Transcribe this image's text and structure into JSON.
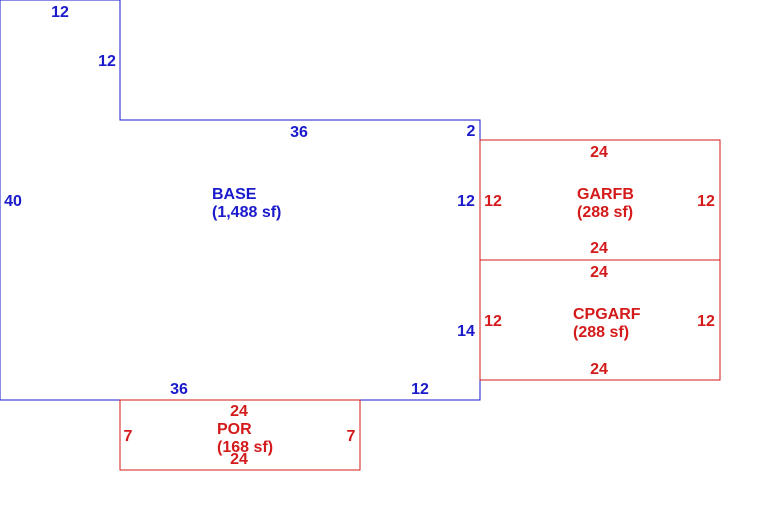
{
  "colors": {
    "base": "#1a1acc",
    "addition": "#d41a1a",
    "background": "#ffffff"
  },
  "areas": {
    "base": {
      "name": "BASE",
      "area": "(1,488 sf)",
      "dims": {
        "top_left": "12",
        "step_vertical": "12",
        "step_horizontal": "36",
        "small_step": "2",
        "left": "40",
        "right_upper": "12",
        "right_lower": "14",
        "bottom_left": "36",
        "bottom_right": "12"
      }
    },
    "garfb": {
      "name": "GARFB",
      "area": "(288 sf)",
      "dims": {
        "top": "24",
        "bottom": "24",
        "left": "12",
        "right": "12"
      }
    },
    "cpgarf": {
      "name": "CPGARF",
      "area": "(288 sf)",
      "dims": {
        "top": "24",
        "bottom": "24",
        "left": "12",
        "right": "12"
      }
    },
    "por": {
      "name": "POR",
      "area": "(168 sf)",
      "dims": {
        "top": "24",
        "bottom": "24",
        "left": "7",
        "right": "7"
      }
    }
  }
}
